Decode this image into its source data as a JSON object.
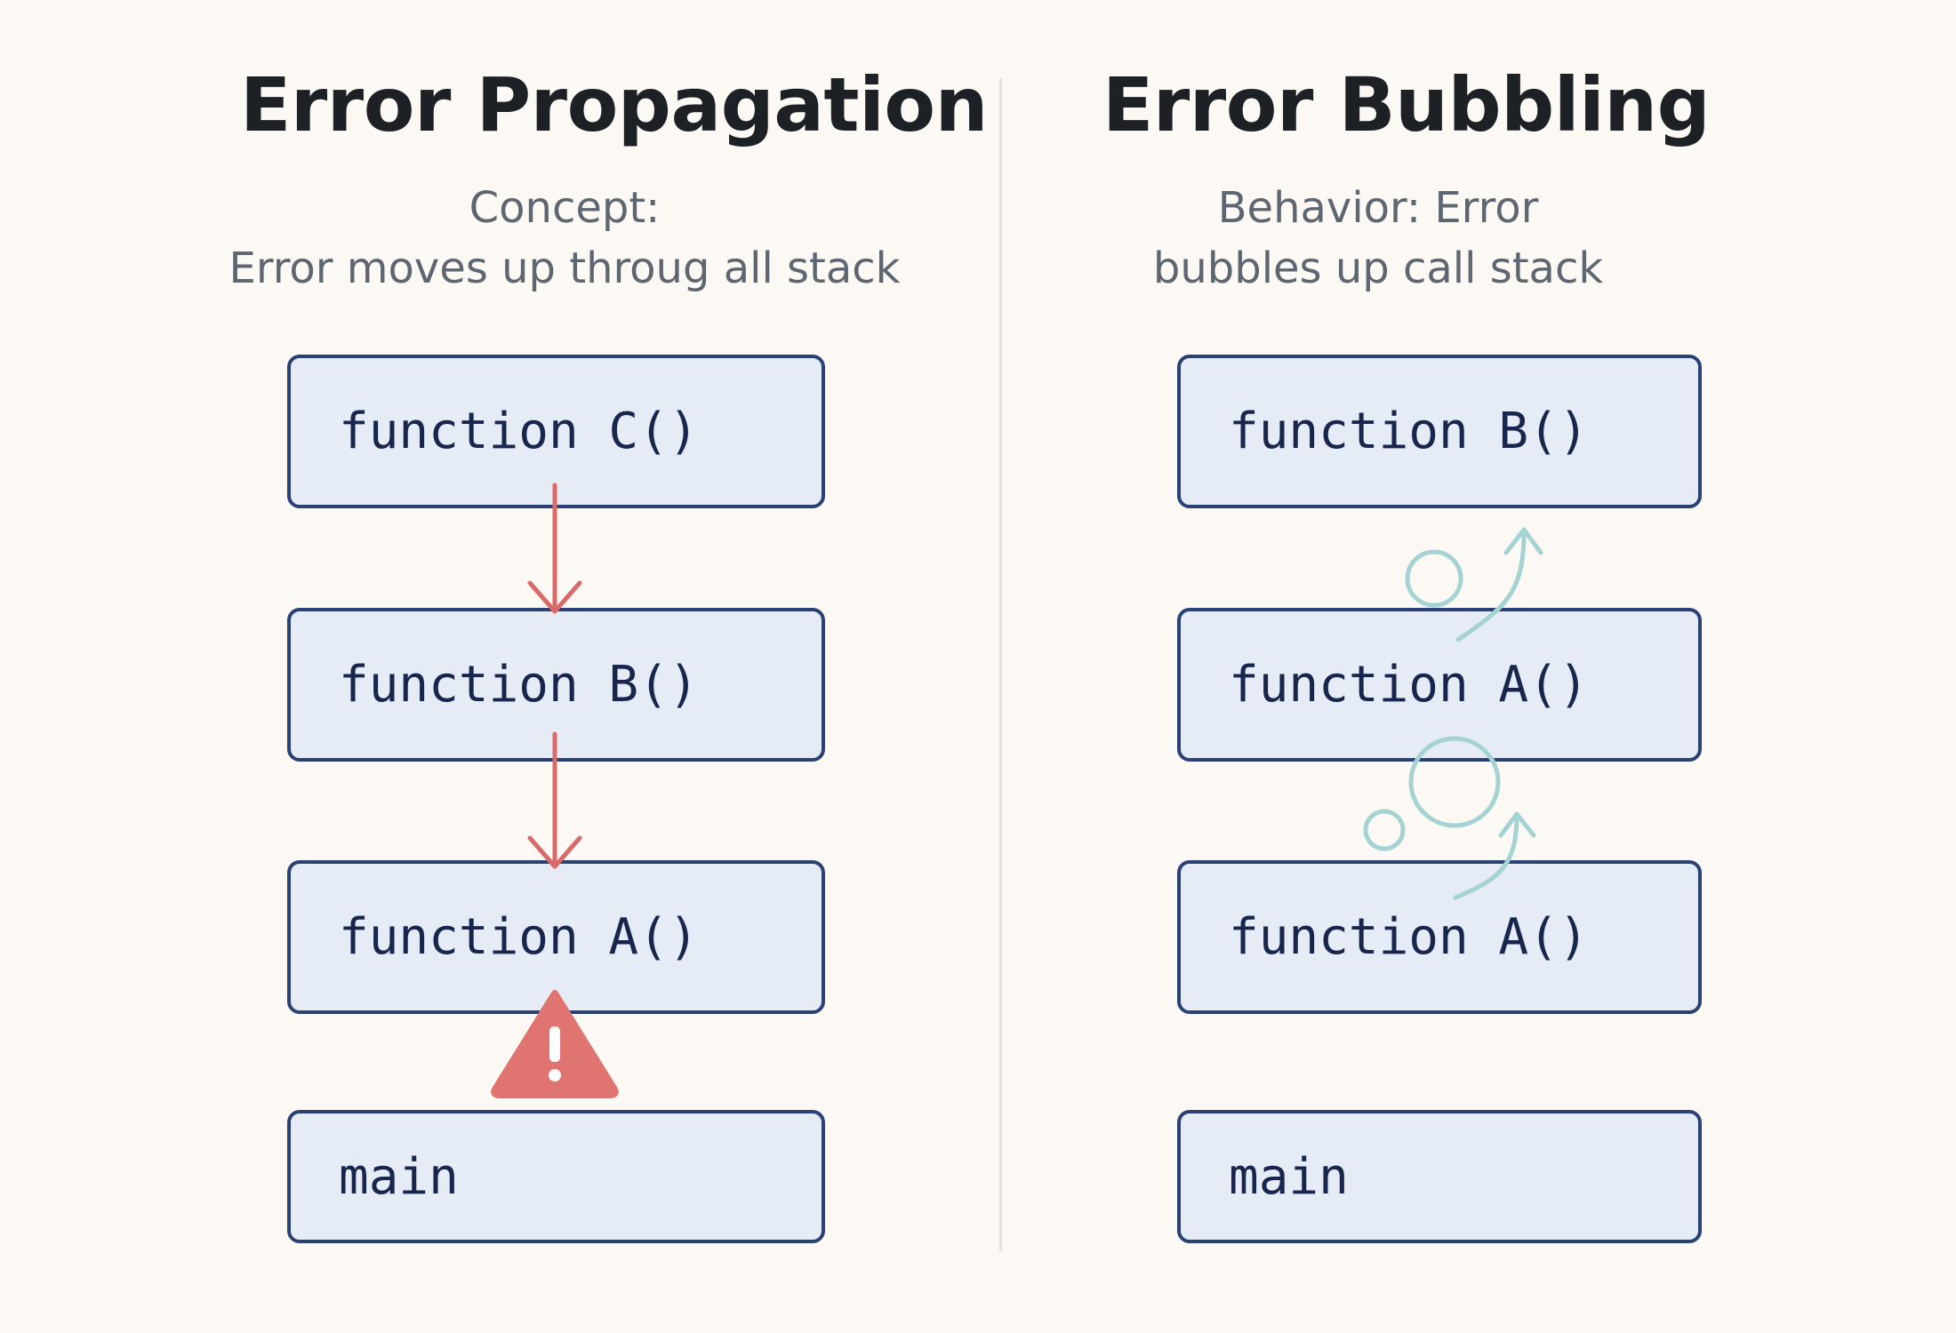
{
  "left": {
    "title": "Error Propagation",
    "subtitle_line1": "Concept:",
    "subtitle_line2": "Error moves up throug all stack",
    "frames": [
      "function C()",
      "function B()",
      "function A()",
      "main"
    ]
  },
  "right": {
    "title": "Error Bubbling",
    "subtitle_line1": "Behavior: Error",
    "subtitle_line2": "bubbles up call  stack",
    "frames": [
      "function B()",
      "function A()",
      "function A()",
      "main"
    ]
  },
  "icons": {
    "arrow_color": "#d86a6a",
    "warning_color": "#e07470",
    "bubble_color": "#a5d2d3",
    "frame_fill": "#e6ecf6",
    "frame_border": "#2a4176",
    "text_color": "#18264d"
  }
}
